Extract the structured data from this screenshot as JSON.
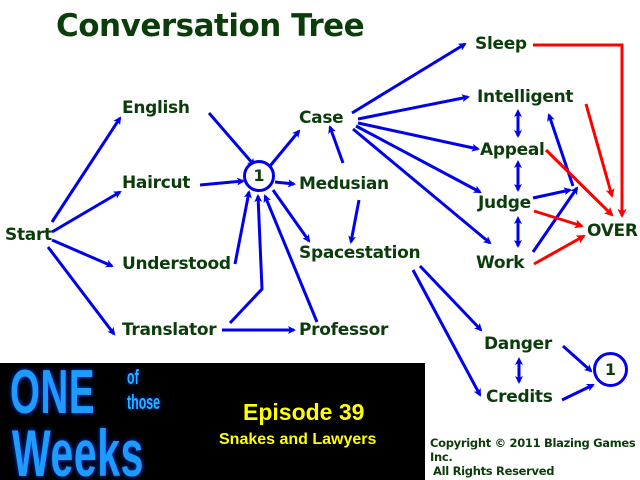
{
  "title": "Conversation Tree",
  "colors": {
    "node_text": "#0b3d0b",
    "edge": "#0000ee",
    "end_edge": "#ff0000",
    "banner_bg": "#000000",
    "logo": "#1e9bff",
    "episode": "#ffff00"
  },
  "nodes": {
    "start": "Start",
    "english": "English",
    "haircut": "Haircut",
    "understood": "Understood",
    "translator": "Translator",
    "hub1": "1",
    "case": "Case",
    "medusian": "Medusian",
    "spacestation": "Spacestation",
    "professor": "Professor",
    "sleep": "Sleep",
    "intelligent": "Intelligent",
    "appeal": "Appeal",
    "judge": "Judge",
    "work": "Work",
    "over": "OVER",
    "danger": "Danger",
    "credits": "Credits",
    "hub2": "1"
  },
  "edges": [
    {
      "from": "Start",
      "to": "English"
    },
    {
      "from": "Start",
      "to": "Haircut"
    },
    {
      "from": "Start",
      "to": "Understood"
    },
    {
      "from": "Start",
      "to": "Translator"
    },
    {
      "from": "English",
      "to": "1"
    },
    {
      "from": "Haircut",
      "to": "1"
    },
    {
      "from": "Understood",
      "to": "1"
    },
    {
      "from": "Translator",
      "to": "1"
    },
    {
      "from": "Translator",
      "to": "Professor"
    },
    {
      "from": "Professor",
      "to": "1"
    },
    {
      "from": "1",
      "to": "Case"
    },
    {
      "from": "1",
      "to": "Medusian"
    },
    {
      "from": "1",
      "to": "Spacestation"
    },
    {
      "from": "Medusian",
      "to": "Case"
    },
    {
      "from": "Medusian",
      "to": "Spacestation"
    },
    {
      "from": "Case",
      "to": "Sleep"
    },
    {
      "from": "Case",
      "to": "Intelligent"
    },
    {
      "from": "Case",
      "to": "Appeal"
    },
    {
      "from": "Case",
      "to": "Judge"
    },
    {
      "from": "Case",
      "to": "Work"
    },
    {
      "from": "Intelligent",
      "to": "Appeal",
      "bidirectional": true
    },
    {
      "from": "Appeal",
      "to": "Judge",
      "bidirectional": true
    },
    {
      "from": "Judge",
      "to": "Work",
      "bidirectional": true
    },
    {
      "from": "Judge",
      "to": "Intelligent"
    },
    {
      "from": "Work",
      "to": "Intelligent"
    },
    {
      "from": "Sleep",
      "to": "OVER",
      "type": "end"
    },
    {
      "from": "Intelligent",
      "to": "OVER",
      "type": "end"
    },
    {
      "from": "Appeal",
      "to": "OVER",
      "type": "end"
    },
    {
      "from": "Judge",
      "to": "OVER",
      "type": "end"
    },
    {
      "from": "Work",
      "to": "OVER",
      "type": "end"
    },
    {
      "from": "Spacestation",
      "to": "Danger"
    },
    {
      "from": "Spacestation",
      "to": "Credits"
    },
    {
      "from": "Danger",
      "to": "Credits",
      "bidirectional": true
    },
    {
      "from": "Danger",
      "to": "1"
    },
    {
      "from": "Credits",
      "to": "1"
    }
  ],
  "banner": {
    "logo_one": "ONE",
    "logo_of": "of",
    "logo_those": "those",
    "logo_weeks": "Weeks",
    "episode": "Episode 39",
    "subtitle": "Snakes and Lawyers"
  },
  "copyright": {
    "line1": "Copyright © 2011 Blazing Games Inc.",
    "line2": "All Rights Reserved"
  }
}
